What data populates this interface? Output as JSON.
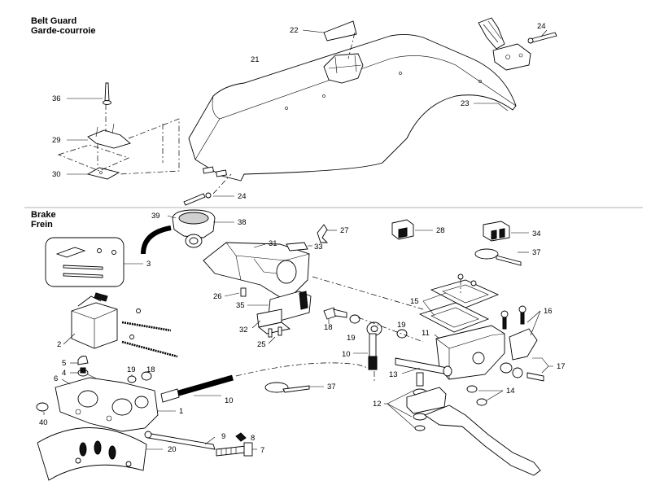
{
  "sections": {
    "belt_guard": {
      "title_en": "Belt Guard",
      "title_fr": "Garde-courroie"
    },
    "brake": {
      "title_en": "Brake",
      "title_fr": "Frein"
    }
  },
  "callouts": {
    "c21": "21",
    "c22": "22",
    "c23": "23",
    "c24a": "24",
    "c24b": "24",
    "c29": "29",
    "c30": "30",
    "c36": "36",
    "c39": "39",
    "c38": "38",
    "c27": "27",
    "c28": "28",
    "c34": "34",
    "c37a": "37",
    "c31": "31",
    "c33": "33",
    "c3": "3",
    "c26": "26",
    "c35": "35",
    "c32": "32",
    "c25": "25",
    "c18a": "18",
    "c19a": "19",
    "c19b": "19",
    "c15": "15",
    "c16": "16",
    "c11": "11",
    "c2": "2",
    "c10a": "10",
    "c13": "13",
    "c17": "17",
    "c5": "5",
    "c4": "4",
    "c6": "6",
    "c19c": "19",
    "c18b": "18",
    "c10b": "10",
    "c37b": "37",
    "c14": "14",
    "c12": "12",
    "c1": "1",
    "c40": "40",
    "c9": "9",
    "c8": "8",
    "c7": "7",
    "c20": "20"
  },
  "colors": {
    "ink": "#000000",
    "paper": "#ffffff",
    "shade": "#d0d0d0",
    "divider": "#999999"
  }
}
